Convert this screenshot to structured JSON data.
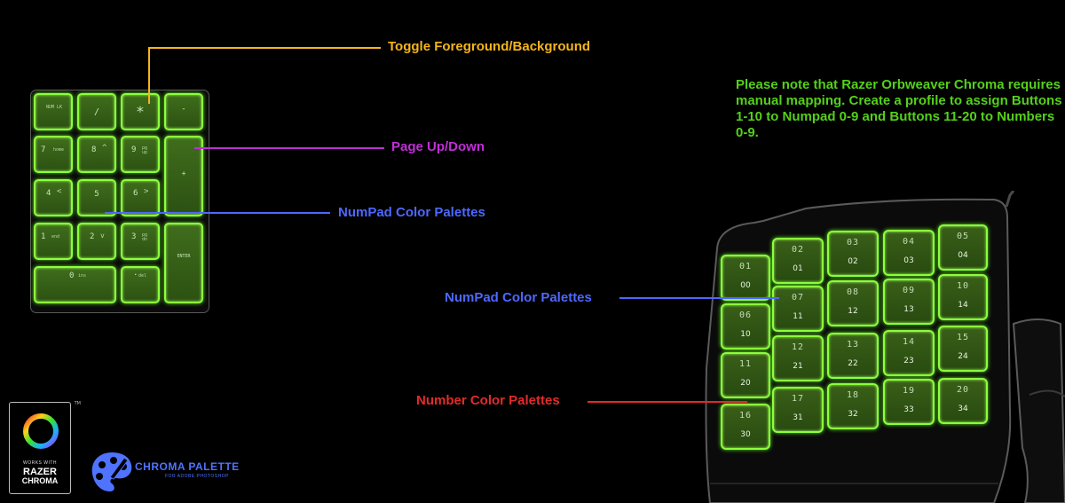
{
  "annotations": {
    "toggle": {
      "text": "Toggle Foreground/Background",
      "color": "#f5b51b"
    },
    "page_updown": {
      "text": "Page Up/Down",
      "color": "#c02fd6"
    },
    "numpad_palettes_left": {
      "text": "NumPad Color Palettes",
      "color": "#4d68ff"
    },
    "numpad_palettes_right": {
      "text": "NumPad Color Palettes",
      "color": "#4d68ff"
    },
    "number_palettes": {
      "text": "Number Color Palettes",
      "color": "#e32a2a"
    }
  },
  "note": "Please note that Razer Orbweaver Chroma requires manual mapping. Create a profile to assign Buttons 1-10 to Numpad 0-9 and Buttons 11-20 to Numbers 0-9.",
  "numpad_keys": [
    {
      "id": "numlock",
      "main": "",
      "sub": "NUM LK"
    },
    {
      "id": "slash",
      "main": "/",
      "sub": ""
    },
    {
      "id": "asterisk",
      "main": "*",
      "sub": ""
    },
    {
      "id": "minus",
      "main": "-",
      "sub": ""
    },
    {
      "id": "k7",
      "main": "7",
      "sub": "home"
    },
    {
      "id": "k8",
      "main": "8",
      "sub": "^"
    },
    {
      "id": "k9",
      "main": "9",
      "sub": "pg up"
    },
    {
      "id": "plus",
      "main": "+",
      "sub": ""
    },
    {
      "id": "k4",
      "main": "4",
      "sub": "<"
    },
    {
      "id": "k5",
      "main": "5",
      "sub": ""
    },
    {
      "id": "k6",
      "main": "6",
      "sub": ">"
    },
    {
      "id": "k1",
      "main": "1",
      "sub": "end"
    },
    {
      "id": "k2",
      "main": "2",
      "sub": "v"
    },
    {
      "id": "k3",
      "main": "3",
      "sub": "pg dn"
    },
    {
      "id": "enter",
      "main": "",
      "sub": "ENTER"
    },
    {
      "id": "k0",
      "main": "0",
      "sub": "ins"
    },
    {
      "id": "dot",
      "main": ".",
      "sub": "del"
    }
  ],
  "orbweaver_keys": [
    {
      "top": "01",
      "bottom": "00"
    },
    {
      "top": "02",
      "bottom": "01"
    },
    {
      "top": "03",
      "bottom": "02"
    },
    {
      "top": "04",
      "bottom": "03"
    },
    {
      "top": "05",
      "bottom": "04"
    },
    {
      "top": "06",
      "bottom": "10"
    },
    {
      "top": "07",
      "bottom": "11"
    },
    {
      "top": "08",
      "bottom": "12"
    },
    {
      "top": "09",
      "bottom": "13"
    },
    {
      "top": "10",
      "bottom": "14"
    },
    {
      "top": "11",
      "bottom": "20"
    },
    {
      "top": "12",
      "bottom": "21"
    },
    {
      "top": "13",
      "bottom": "22"
    },
    {
      "top": "14",
      "bottom": "23"
    },
    {
      "top": "15",
      "bottom": "24"
    },
    {
      "top": "16",
      "bottom": "30"
    },
    {
      "top": "17",
      "bottom": "31"
    },
    {
      "top": "18",
      "bottom": "32"
    },
    {
      "top": "19",
      "bottom": "33"
    },
    {
      "top": "20",
      "bottom": "34"
    }
  ],
  "badge": {
    "tm": "TM",
    "line1": "WORKS WITH",
    "line2": "RAZER",
    "line3": "CHROMA"
  },
  "brand": {
    "title": "CHROMA PALETTE",
    "subtitle": "FOR ADOBE PHOTOSHOP",
    "color": "#4f73ff"
  },
  "key_color": "#8cff3c"
}
